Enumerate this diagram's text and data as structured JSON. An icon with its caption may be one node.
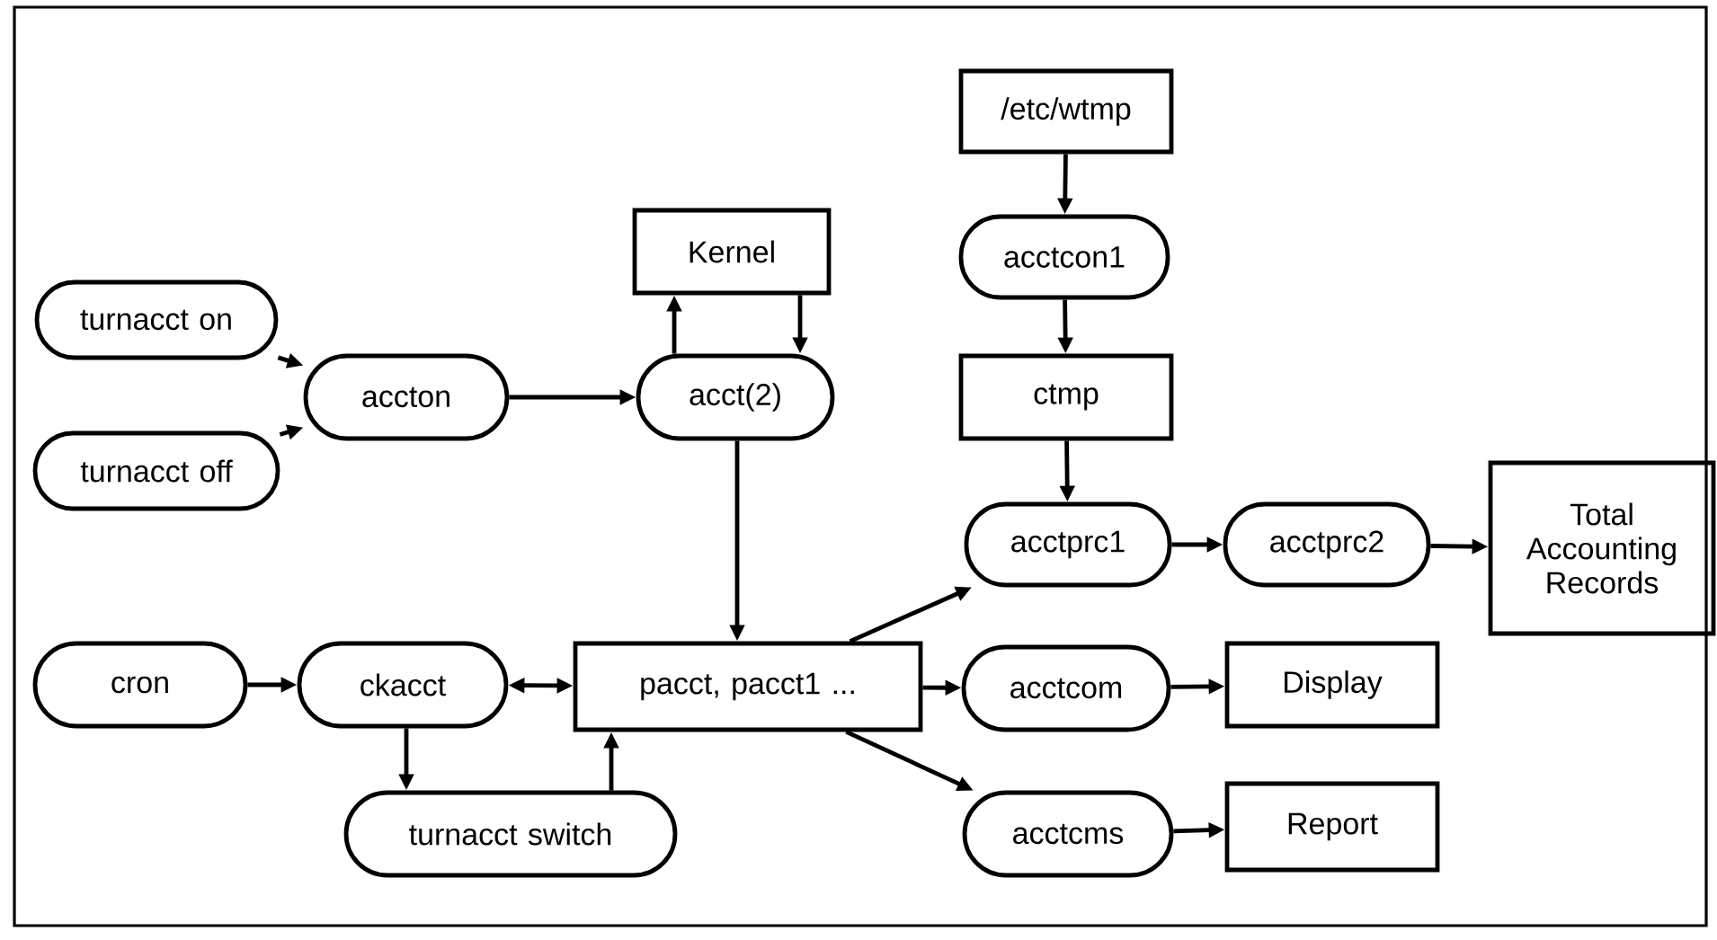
{
  "diagram": {
    "nodes": [
      {
        "text": [
          "Kernel"
        ]
      },
      {
        "text": [
          "turnacct on"
        ]
      },
      {
        "text": [
          "accton"
        ]
      },
      {
        "text": [
          "turnacct off"
        ]
      },
      {
        "text": [
          "acct(2)"
        ]
      },
      {
        "text": [
          "/etc/wtmp"
        ]
      },
      {
        "text": [
          "acctcon1"
        ]
      },
      {
        "text": [
          "ctmp"
        ]
      },
      {
        "text": [
          "acctprc1"
        ]
      },
      {
        "text": [
          "acctprc2"
        ]
      },
      {
        "text": [
          "Total Accounting Records"
        ]
      },
      {
        "text": [
          "cron"
        ]
      },
      {
        "text": [
          "ckacct"
        ]
      },
      {
        "text": [
          "pacct, pacct1 ..."
        ]
      },
      {
        "text": [
          "acctcom"
        ]
      },
      {
        "text": [
          "Display"
        ]
      },
      {
        "text": [
          "acctcms"
        ]
      },
      {
        "text": [
          "Report"
        ]
      },
      {
        "text": [
          "turnacct switch"
        ]
      }
    ],
    "edges": [
      {
        "from": 1,
        "to": 2,
        "arrow": "to"
      },
      {
        "from": 3,
        "to": 2,
        "arrow": "to"
      },
      {
        "from": 2,
        "to": 4,
        "arrow": "to"
      },
      {
        "from": 4,
        "to": 0,
        "arrow": "to"
      },
      {
        "from": 0,
        "to": 4,
        "arrow": "to"
      },
      {
        "from": 4,
        "to": 13,
        "arrow": "to"
      },
      {
        "from": 5,
        "to": 6,
        "arrow": "to"
      },
      {
        "from": 6,
        "to": 7,
        "arrow": "to"
      },
      {
        "from": 7,
        "to": 8,
        "arrow": "to"
      },
      {
        "from": 8,
        "to": 9,
        "arrow": "to"
      },
      {
        "from": 9,
        "to": 10,
        "arrow": "to"
      },
      {
        "from": 11,
        "to": 12,
        "arrow": "to"
      },
      {
        "from": 12,
        "to": 13,
        "arrow": "both"
      },
      {
        "from": 12,
        "to": 18,
        "arrow": "to"
      },
      {
        "from": 18,
        "to": 13,
        "arrow": "to"
      },
      {
        "from": 13,
        "to": 8,
        "arrow": "to"
      },
      {
        "from": 13,
        "to": 14,
        "arrow": "to"
      },
      {
        "from": 13,
        "to": 16,
        "arrow": "to"
      },
      {
        "from": 14,
        "to": 15,
        "arrow": "to"
      },
      {
        "from": 16,
        "to": 17,
        "arrow": "to"
      }
    ]
  }
}
